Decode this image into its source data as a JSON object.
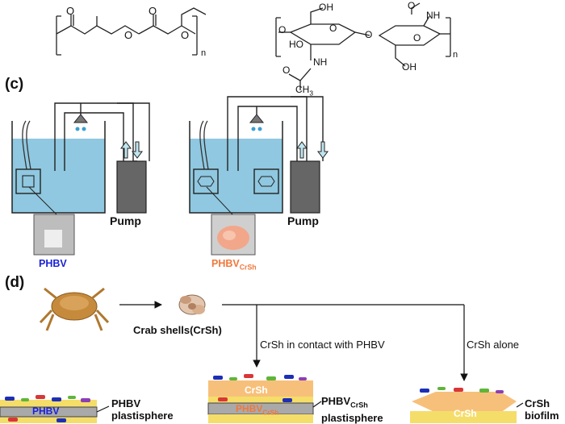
{
  "panels": {
    "c": "(c)",
    "d": "(d)"
  },
  "chem": {
    "o": "O",
    "oh": "OH",
    "ho": "HO",
    "nh": "NH",
    "ch3": "CH",
    "ch3_sub": "3",
    "n": "n"
  },
  "setup": {
    "pump_label": "Pump",
    "left_sample": "PHBV",
    "right_sample_main": "PHBV",
    "right_sample_sub": "CrSh"
  },
  "flow": {
    "crab_label": "Crab shells(CrSh)",
    "contact_label": "CrSh in contact with PHBV",
    "alone_label": "CrSh alone"
  },
  "results": {
    "left_film": "PHBV",
    "left_line1": "PHBV",
    "left_line2": "plastisphere",
    "mid_top": "CrSh",
    "mid_film": "PHBV",
    "mid_film_sub": "CrSh",
    "mid_line1": "PHBV",
    "mid_line1_sub": "CrSh",
    "mid_line2": "plastisphere",
    "right_film": "CrSh",
    "right_line1": "CrSh",
    "right_line2": "biofilm"
  },
  "colors": {
    "water": "#8fc8e0",
    "label_blue": "#1a22d6",
    "label_orange": "#f0783c",
    "film_orange": "#f7c07a",
    "film_grey": "#a9a9a9"
  }
}
